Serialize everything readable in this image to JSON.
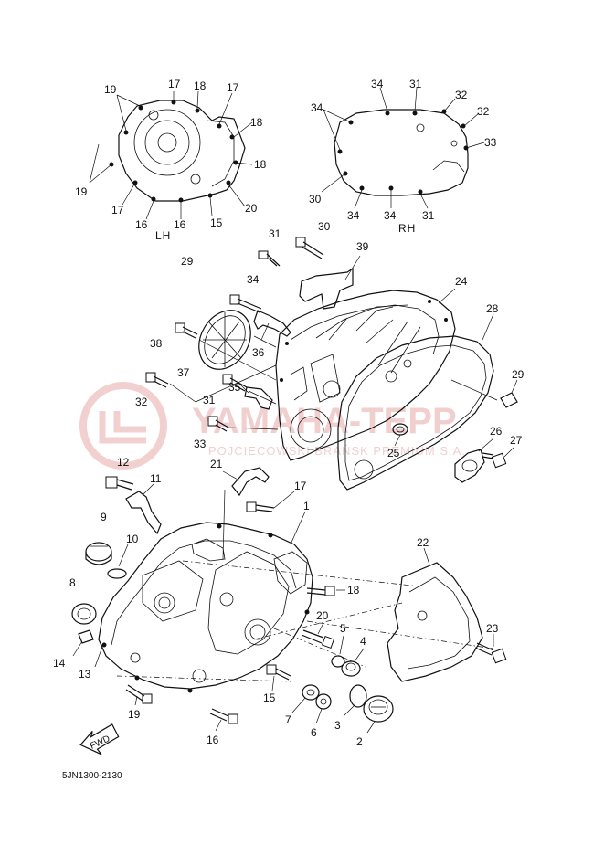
{
  "labels": {
    "lh": "LH",
    "rh": "RH",
    "drawing_code": "5JN1300-2130",
    "fwd": "FWD"
  },
  "watermark": {
    "main": "YAMAHA-TEPP",
    "sub": "POJCIECOWSKI BRAŃSK PREMIUM S.A.",
    "color": "#e7a9a9"
  },
  "callouts": {
    "lh_gasket": [
      "19",
      "17",
      "18",
      "17",
      "18",
      "18",
      "19",
      "17",
      "16",
      "16",
      "15",
      "20"
    ],
    "rh_gasket": [
      "34",
      "31",
      "32",
      "32",
      "34",
      "33",
      "30",
      "34",
      "34",
      "31"
    ],
    "right_cover": [
      "31",
      "30",
      "39",
      "29",
      "34",
      "24",
      "28",
      "38",
      "36",
      "37",
      "32",
      "31",
      "35",
      "33",
      "29",
      "26",
      "25",
      "27"
    ],
    "left_cover": [
      "12",
      "11",
      "21",
      "17",
      "1",
      "9",
      "10",
      "8",
      "14",
      "13",
      "22",
      "18",
      "20",
      "5",
      "4",
      "23",
      "19",
      "15",
      "7",
      "6",
      "3",
      "2",
      "16"
    ]
  }
}
